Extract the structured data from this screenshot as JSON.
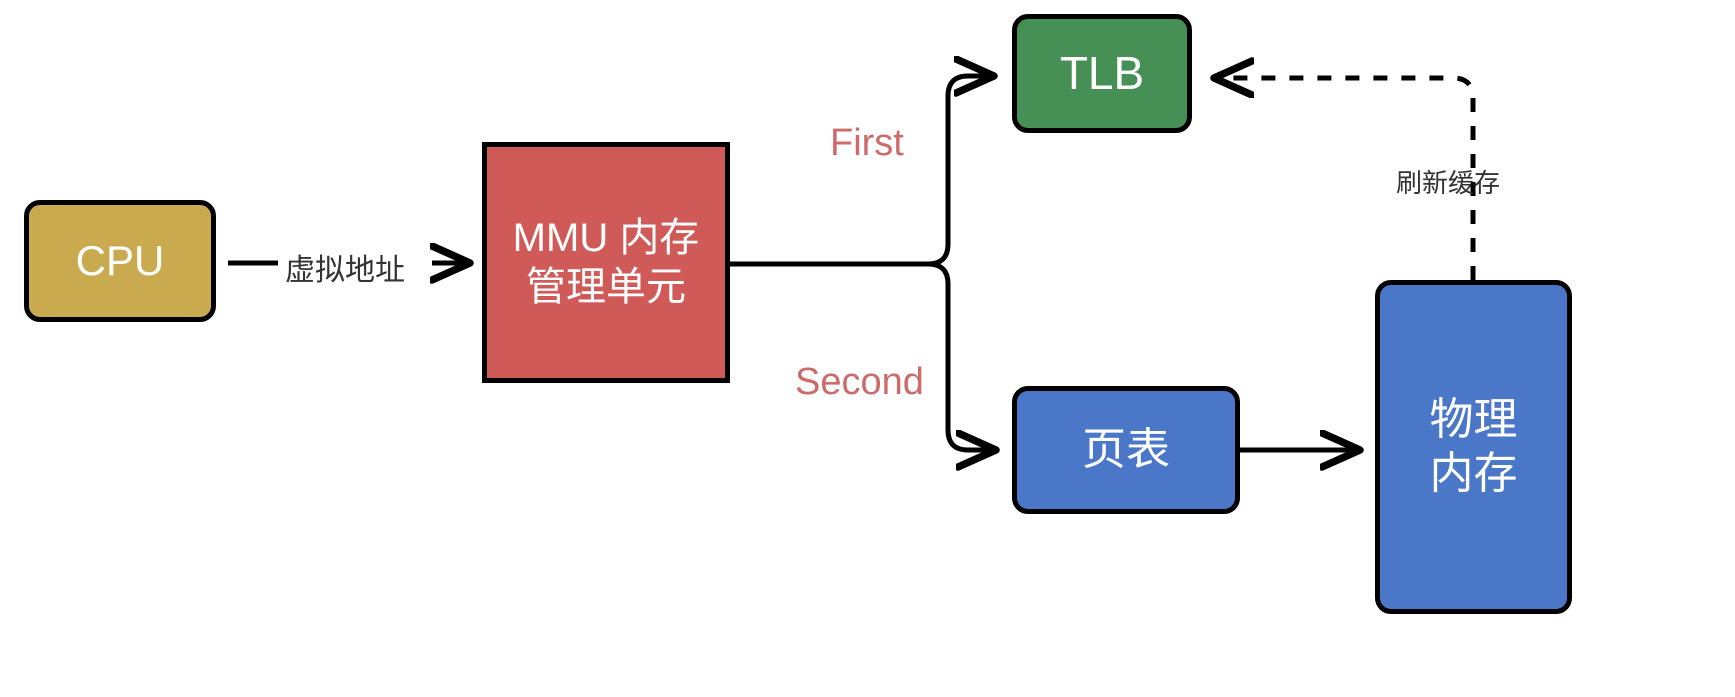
{
  "diagram": {
    "title": "MMU address translation flow",
    "background": "#ffffff",
    "nodes": {
      "cpu": {
        "label": "CPU",
        "color": "#c9aa4f",
        "shape": "rounded-rect"
      },
      "mmu": {
        "line1": "MMU 内存",
        "line2": "管理单元",
        "color": "#d05a58",
        "shape": "rect"
      },
      "tlb": {
        "label": "TLB",
        "color": "#469055",
        "shape": "rounded-rect"
      },
      "page_table": {
        "label": "页表",
        "color": "#4b77c8",
        "shape": "rounded-rect"
      },
      "physical_memory": {
        "line1": "物理",
        "line2": "内存",
        "color": "#4b77c8",
        "shape": "rounded-rect"
      }
    },
    "edges": {
      "cpu_to_mmu": {
        "label": "虚拟地址",
        "style": "solid",
        "arrow": "end"
      },
      "mmu_to_tlb": {
        "label": "First",
        "style": "solid",
        "arrow": "end",
        "label_color": "#cd6b6b"
      },
      "mmu_to_page_table": {
        "label": "Second",
        "style": "solid",
        "arrow": "end",
        "label_color": "#cd6b6b"
      },
      "page_table_to_physical_memory": {
        "label": "",
        "style": "solid",
        "arrow": "end"
      },
      "physical_memory_to_tlb": {
        "label": "刷新缓存",
        "style": "dashed",
        "arrow": "end"
      }
    }
  }
}
